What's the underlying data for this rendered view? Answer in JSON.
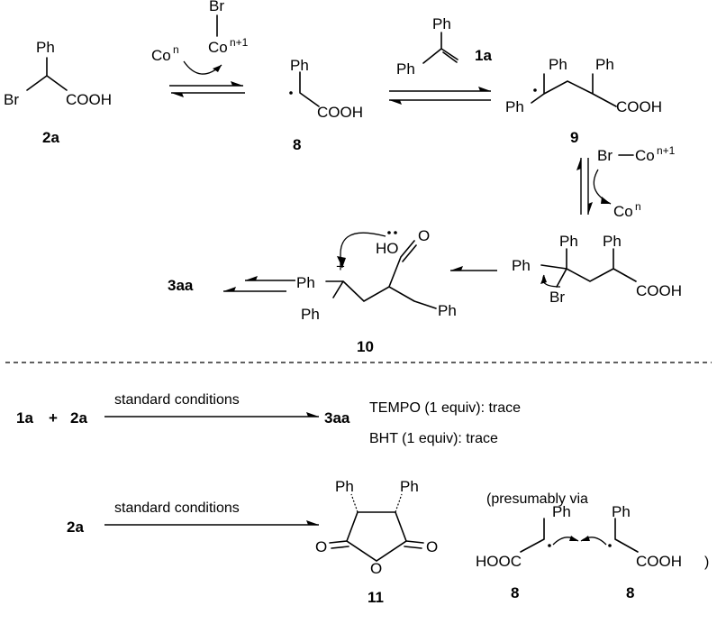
{
  "labels": {
    "ph": "Ph",
    "br": "Br",
    "cooh": "COOH",
    "hooc": "HOOC",
    "co": "Co",
    "sup_n": "n",
    "sup_n1": "n+1",
    "ho": "HO",
    "o": "O",
    "plus": "+"
  },
  "compounds": {
    "c2a": "2a",
    "c8": "8",
    "c1a": "1a",
    "c9": "9",
    "c10": "10",
    "c3aa": "3aa",
    "c11": "11"
  },
  "experiments": {
    "e1_reactants_a": "1a",
    "e1_plus": "+",
    "e1_reactants_b": "2a",
    "e1_condition": "standard conditions",
    "e1_product": "3aa",
    "tempo_result": "TEMPO (1 equiv): trace",
    "bht_result": "BHT (1 equiv): trace",
    "e2_reactant": "2a",
    "e2_condition": "standard conditions",
    "note_open": "(presumably via",
    "note_close": ")"
  }
}
